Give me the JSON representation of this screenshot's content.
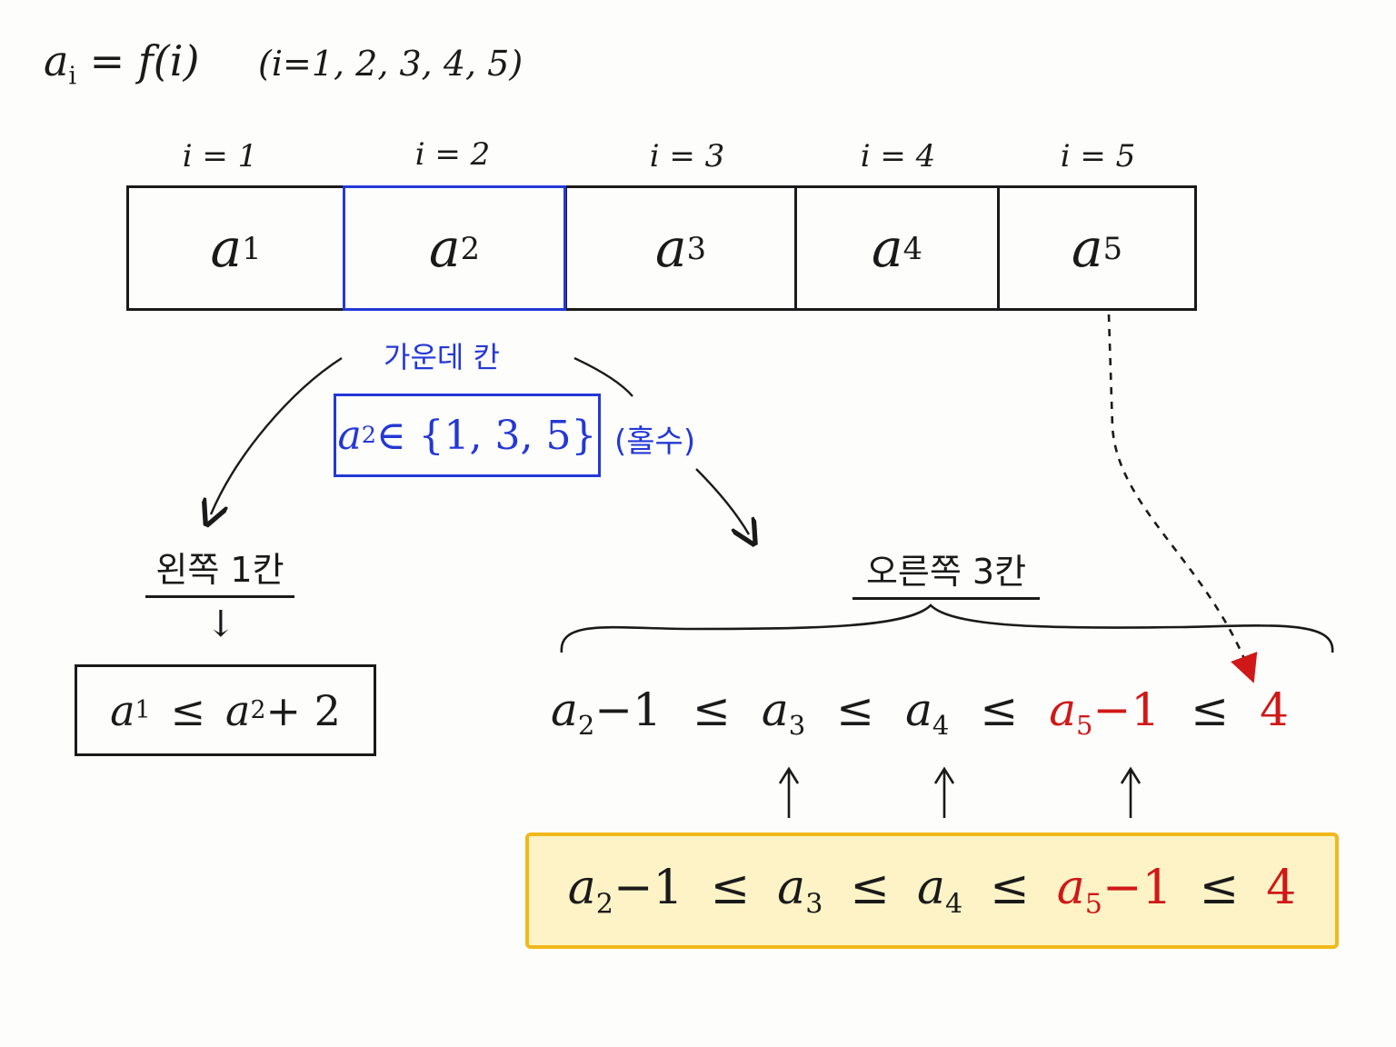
{
  "formula": {
    "main": "a",
    "sub": "i",
    "rest": " = f(i)",
    "range": "(i=1, 2, 3, 4, 5)"
  },
  "index_labels": [
    "i = 1",
    "i = 2",
    "i = 3",
    "i = 4",
    "i = 5"
  ],
  "cells": [
    {
      "base": "a",
      "sub": "1"
    },
    {
      "base": "a",
      "sub": "2"
    },
    {
      "base": "a",
      "sub": "3"
    },
    {
      "base": "a",
      "sub": "4"
    },
    {
      "base": "a",
      "sub": "5"
    }
  ],
  "middle": {
    "label": "가운데 칸",
    "set_base": "a",
    "set_sub": "2",
    "set_rest": " ∈ {1, 3, 5}",
    "note": "(홀수)"
  },
  "left": {
    "title": "왼쪽 1칸",
    "arrow": "↓",
    "ineq_a1_base": "a",
    "ineq_a1_sub": "1",
    "ineq_le": "≤",
    "ineq_a2_base": "a",
    "ineq_a2_sub": "2",
    "ineq_tail": " + 2"
  },
  "right": {
    "title": "오른쪽 3칸",
    "chain": {
      "t1_base": "a",
      "t1_sub": "2",
      "t1_tail": "−1",
      "le": "≤",
      "t2_base": "a",
      "t2_sub": "3",
      "t3_base": "a",
      "t3_sub": "4",
      "t4_base": "a",
      "t4_sub": "5",
      "t4_tail": "−1",
      "t5": "4"
    },
    "up_arrow": "↑"
  },
  "colors": {
    "ink": "#1a1a1a",
    "blue": "#2438d6",
    "red": "#d01818",
    "highlight_fill": "#fdf3c6",
    "highlight_border": "#f0b81a"
  }
}
